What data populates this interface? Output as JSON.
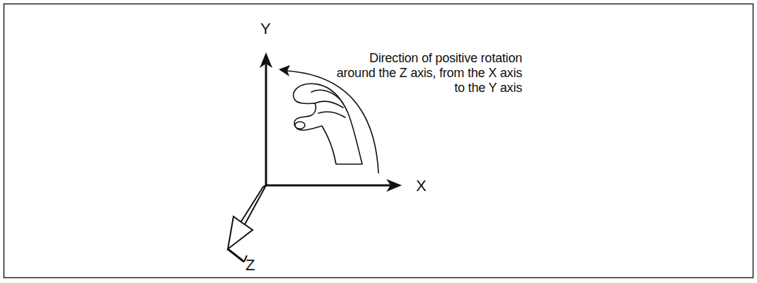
{
  "diagram": {
    "labels": [
      "Y",
      "Direction of positive rotation around the Z axis, from the X axis to the Y axis",
      "X",
      "Z"
    ]
  }
}
